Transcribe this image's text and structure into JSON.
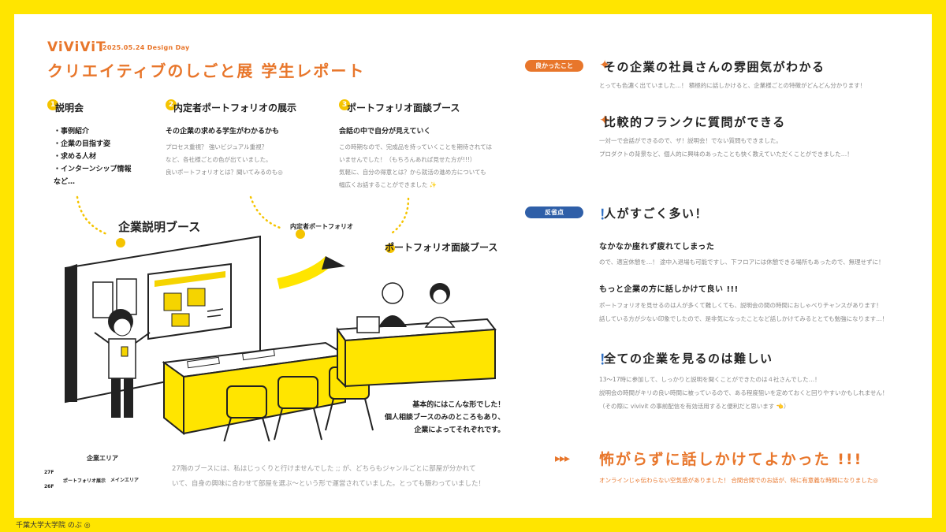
{
  "header": {
    "brand": "ViViViT",
    "date": "2025.05.24   Design Day",
    "title": "クリエイティブのしごと展 学生レポート"
  },
  "columns": [
    {
      "num": "1",
      "heading": "説明会",
      "items": [
        "・事例紹介",
        "・企業の目指す姿",
        "・求める人材",
        "・インターンシップ情報",
        "など…"
      ]
    },
    {
      "num": "2",
      "heading": "内定者ポートフォリオの展示",
      "subheading": "その企業の求める学生がわかるかも",
      "body": [
        "プロセス重視？ 強いビジュアル重視？",
        "など、各社様ごとの色が出ていました。",
        "良いポートフォリオとは？聞いてみるのも◎"
      ]
    },
    {
      "num": "3",
      "heading": "ポートフォリオ面談ブース",
      "subheading": "会話の中で自分が見えていく",
      "body": [
        "この時期なので、完成品を持っていくことを期待されては",
        "いませんでした！（もちろんあれば見せた方が!!!）",
        "気軽に、自分の得意とは？から就活の進め方についても",
        "幅広くお話することができました ✨"
      ]
    }
  ],
  "illustration": {
    "label1": "企業説明ブース",
    "label2": "内定者ポートフォリオ",
    "label3": "ポートフォリオ面談ブース",
    "caption": [
      "基本的にはこんな形でした！",
      "個人相談ブースのみのところもあり、",
      "企業によってそれぞれです。"
    ],
    "area_company": "企業エリア",
    "area_portfolio": "ポートフォリオ展示",
    "area_main": "メインエリア",
    "floor27": "27F",
    "floor26": "26F"
  },
  "bottom_note": [
    "27階のブースには、私はじっくりと行けませんでした ;; が、どちらもジャンルごとに部屋が分かれて",
    "いて、自身の興味に合わせて部屋を選ぶ～という形で運営されていました。とっても賑わっていました！"
  ],
  "good": {
    "tag": "良かったこと",
    "items": [
      {
        "mark": "✦",
        "heading": "その企業の社員さんの雰囲気がわかる",
        "body": [
          "とっても色濃く出ていました…！ 積極的に話しかけると、企業様ごとの特徴がどんどん分かります！"
        ]
      },
      {
        "mark": "✦",
        "heading": "比較的フランクに質問ができる",
        "body": [
          "一対一で会話ができるので、ザ！説明会！でない質問もできました。",
          "プロダクトの背景など、個人的に興味のあったことも快く教えていただくことができました…！"
        ]
      }
    ]
  },
  "bad": {
    "tag": "反省点",
    "items": [
      {
        "mark": "！",
        "heading": "人がすごく多い！",
        "subs": [
          {
            "title": "なかなか座れず疲れてしまった",
            "body": [
              "ので、適宜休憩を…！ 途中入退場も可能ですし、下フロアには休憩できる場所もあったので、無理せずに！"
            ]
          },
          {
            "title": "もっと企業の方に話しかけて良い !!!",
            "body": [
              "ポートフォリオを見せるのは人が多くて難しくても、説明会の間の時間におしゃべりチャンスがあります！",
              "話している方が少ない印象でしたので、是非気になったことなど話しかけてみるととても勉強になります…！"
            ]
          }
        ]
      },
      {
        "mark": "！",
        "heading": "全ての企業を見るのは難しい",
        "body": [
          "13～17時に参加して、しっかりと説明を聞くことができたのは４社さんでした…！",
          "説明会の時間がキリの良い時間に被っているので、ある程度狙いを定めておくと回りやすいかもしれません！",
          "（その際に vivivit の事前配信を有効活用すると便利だと思います 👈）"
        ]
      }
    ]
  },
  "conclusion": {
    "arrows": "▸▸▸",
    "heading": "怖がらずに話しかけてよかった !!!",
    "note": "オンラインじゃ伝わらない空気感がありました！ 合間合間でのお話が、特に有意義な時間になりました◎"
  },
  "footer": "千葉大学大学院 のぶ ◎",
  "colors": {
    "accent_orange": "#E8762B",
    "accent_yellow": "#FFE500",
    "accent_blue": "#2F5FA8"
  }
}
